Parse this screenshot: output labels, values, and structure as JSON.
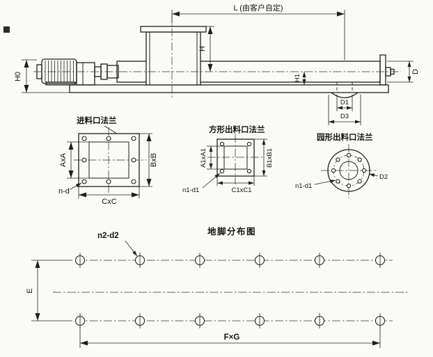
{
  "style": {
    "ink": "#1f1f1f",
    "paper": "#fafaf7"
  },
  "side_view": {
    "dims": {
      "length": "L (由客户自定)",
      "inlet_height": "H",
      "base_height": "H0",
      "center_height": "H1",
      "tube_diameter": "D",
      "outlet_inner": "D1",
      "outlet_flange": "D3"
    }
  },
  "inlet_flange": {
    "title": "进料口法兰",
    "inner_dim": "AxA",
    "outer_dim": "BxB",
    "bolt_dim": "CxC",
    "holes": "n-d"
  },
  "square_outlet_flange": {
    "title": "方形出料口法兰",
    "inner_dim": "A1xA1",
    "outer_dim": "B1xB1",
    "bolt_dim": "C1xC1",
    "holes": "n1-d1"
  },
  "round_outlet_flange": {
    "title": "园形出料口法兰",
    "holes": "n1-d1",
    "diameter": "D2"
  },
  "foundation_plan": {
    "title": "地脚分布图",
    "holes": "n2-d2",
    "row_spacing": "E",
    "bolt_span": "F×G"
  }
}
